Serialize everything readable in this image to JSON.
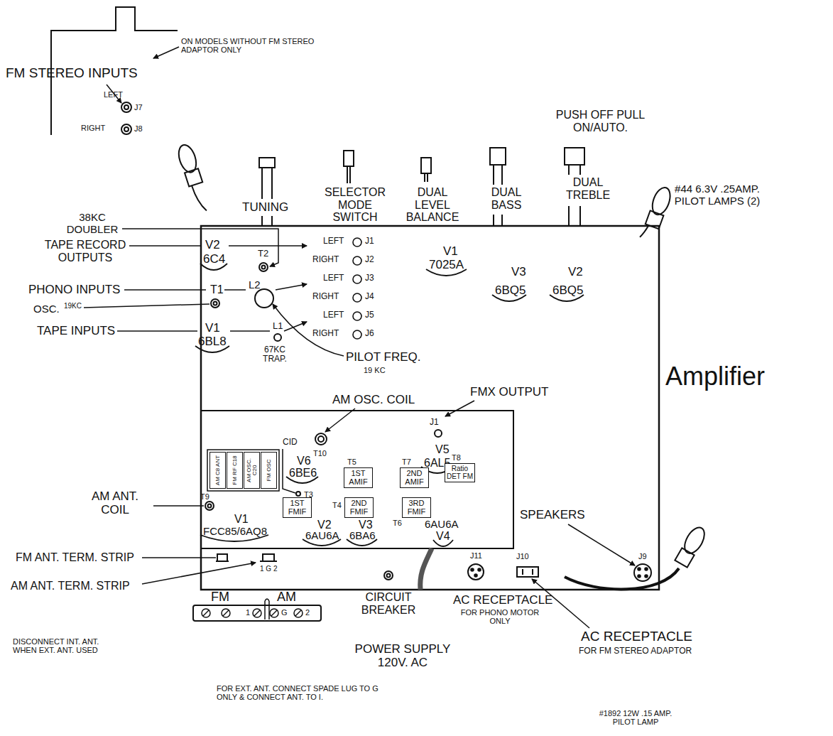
{
  "diagram": {
    "title": "Amplifier",
    "nodes": [
      {
        "text": [
          "1ST AMIF"
        ]
      },
      {
        "text": [
          "2ND AMIF"
        ]
      },
      {
        "text": [
          "Ratio DET FM"
        ]
      },
      {
        "text": [
          "1ST FMIF"
        ]
      },
      {
        "text": [
          "2ND FMIF"
        ]
      },
      {
        "text": [
          "3RD FMIF"
        ]
      },
      {
        "text": [
          "AM C8 ANT"
        ]
      },
      {
        "text": [
          "FM RF C18"
        ]
      },
      {
        "text": [
          "AM OSC. C20"
        ]
      },
      {
        "text": [
          "FM OSC"
        ]
      }
    ],
    "labels": [
      "ON MODELS WITHOUT FM STEREO ADAPTOR ONLY",
      "FM STEREO INPUTS",
      "LEFT",
      "J7",
      "RIGHT",
      "J8",
      "PUSH OFF PULL ON/AUTO.",
      "TUNING",
      "SELECTOR MODE SWITCH",
      "DUAL LEVEL BALANCE",
      "DUAL BASS",
      "DUAL TREBLE",
      "#44 6.3V .25AMP. PILOT LAMPS (2)",
      "38KC DOUBLER",
      "TAPE RECORD OUTPUTS",
      "PHONO INPUTS",
      "OSC.",
      "19KC",
      "TAPE INPUTS",
      "V2",
      "6C4",
      "T2",
      "T1",
      "L2",
      "V1",
      "6BL8",
      "L1",
      "67KC TRAP.",
      "PILOT FREQ.",
      "19 KC",
      "LEFT",
      "J1",
      "RIGHT",
      "J2",
      "LEFT",
      "J3",
      "RIGHT",
      "J4",
      "LEFT",
      "J5",
      "RIGHT",
      "J6",
      "V1",
      "7025A",
      "V3",
      "6BQ5",
      "V2",
      "6BQ5",
      "AM OSC. COIL",
      "FMX OUTPUT",
      "J1",
      "CID",
      "T10",
      "V5",
      "6AL5",
      "V6",
      "6BE6",
      "T5",
      "T7",
      "T8",
      "T3",
      "T4",
      "T6",
      "AM ANT. COIL",
      "T9",
      "V1",
      "FCC85/6AQ8",
      "V2",
      "6AU6A",
      "V3",
      "6BA6",
      "6AU6A",
      "V4",
      "SPEAKERS",
      "J9",
      "FM ANT. TERM. STRIP",
      "1 G 2",
      "AM ANT. TERM. STRIP",
      "CIRCUIT BREAKER",
      "J11",
      "J10",
      "AC RECEPTACLE",
      "FOR PHONO MOTOR ONLY",
      "AC RECEPTACLE",
      "FOR FM STEREO ADAPTOR",
      "POWER SUPPLY 120V. AC",
      "FM",
      "AM",
      "1",
      "G",
      "2",
      "DISCONNECT INT. ANT. WHEN EXT. ANT. USED",
      "FOR EXT. ANT. CONNECT SPADE LUG TO G ONLY & CONNECT ANT. TO I.",
      "#1892 12W .15 AMP. PILOT LAMP"
    ]
  }
}
